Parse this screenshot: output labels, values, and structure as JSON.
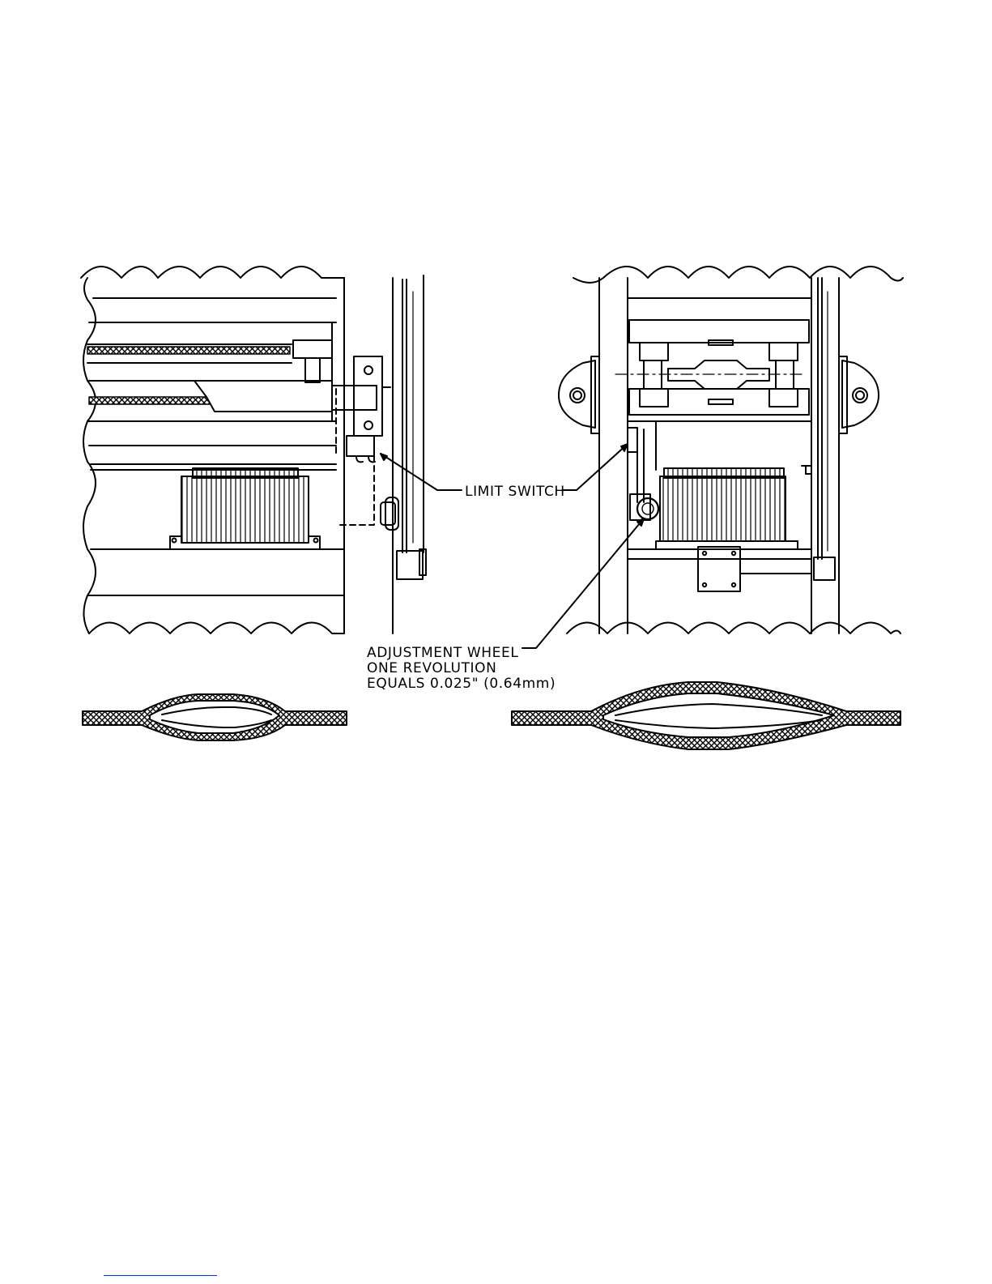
{
  "callouts": {
    "limit_switch": "LIMIT SWITCH",
    "adjustment_wheel": [
      "ADJUSTMENT WHEEL",
      "ONE REVOLUTION",
      "EQUALS 0.025\" (0.64mm)"
    ]
  },
  "colors": {
    "line": "#000000",
    "background": "#ffffff",
    "footer_rule": "#1a3aa8"
  }
}
